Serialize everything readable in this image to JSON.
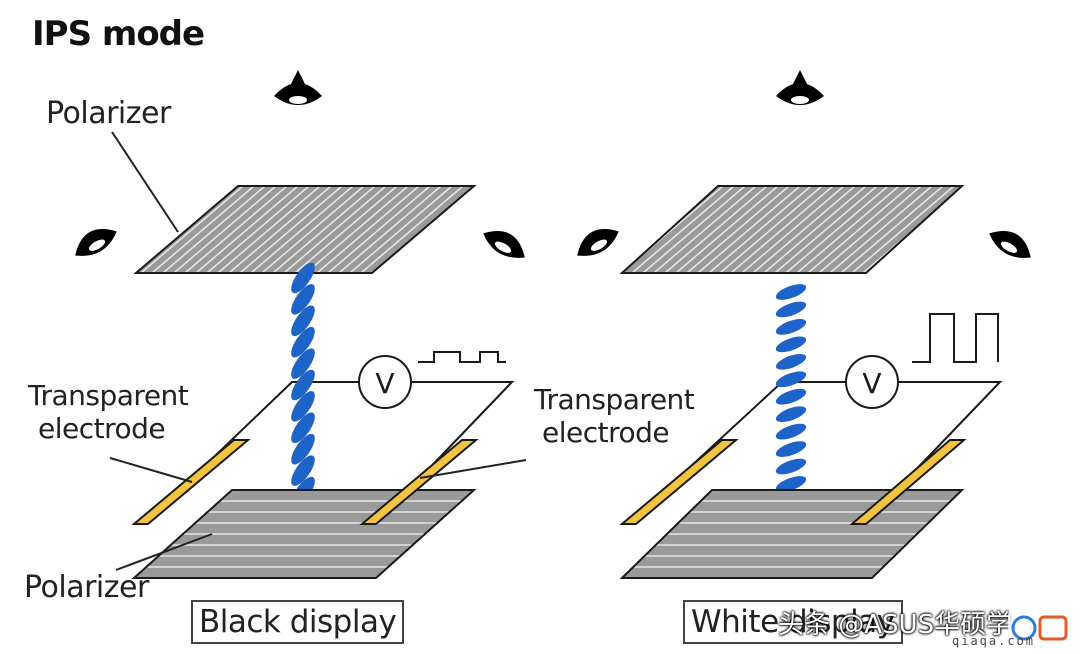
{
  "title": "IPS mode",
  "labels": {
    "polarizer_top": "Polarizer",
    "electrode_left_line1": "Transparent",
    "electrode_left_line2": "electrode",
    "electrode_right_line1": "Transparent",
    "electrode_right_line2": "electrode",
    "polarizer_bottom": "Polarizer",
    "voltage_left": "V",
    "voltage_right": "V"
  },
  "panels": {
    "left_caption": "Black display",
    "right_caption": "White display"
  },
  "watermark": {
    "text": "头条 @ASUS华硕学",
    "site": "qiaqa.com"
  },
  "colors": {
    "polarizer_fill": "#9a9a9a",
    "polarizer_lines": "#e8e8e8",
    "liquid_crystal": "#1d63c8",
    "electrode": "#f2c440",
    "outline": "#1a1a1a"
  }
}
